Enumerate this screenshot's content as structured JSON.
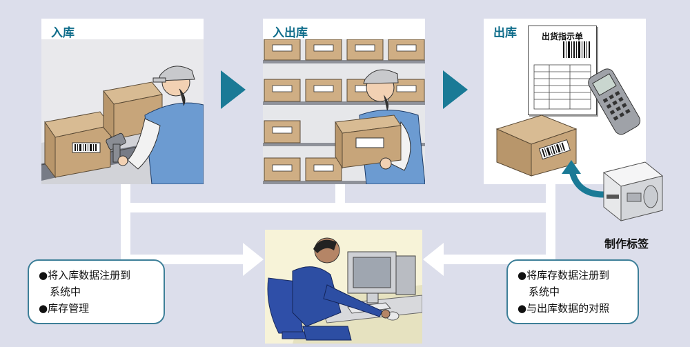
{
  "panels": {
    "inbound": {
      "title": "入库"
    },
    "storage": {
      "title": "入出库"
    },
    "outbound": {
      "title": "出库",
      "doc_title": "出货指示单"
    }
  },
  "printer_caption": "制作标签",
  "callouts": {
    "left": {
      "lines": [
        "●将入库数据注册到",
        "系统中",
        "●库存管理"
      ]
    },
    "right": {
      "lines": [
        "●将库存数据注册到",
        "系统中",
        "●与出库数据的对照"
      ]
    }
  },
  "colors": {
    "background": "#dcdeeb",
    "arrow_blue": "#1a7a96",
    "title_blue": "#0e6c8a",
    "connector": "#ffffff",
    "box": "#cfae84"
  }
}
